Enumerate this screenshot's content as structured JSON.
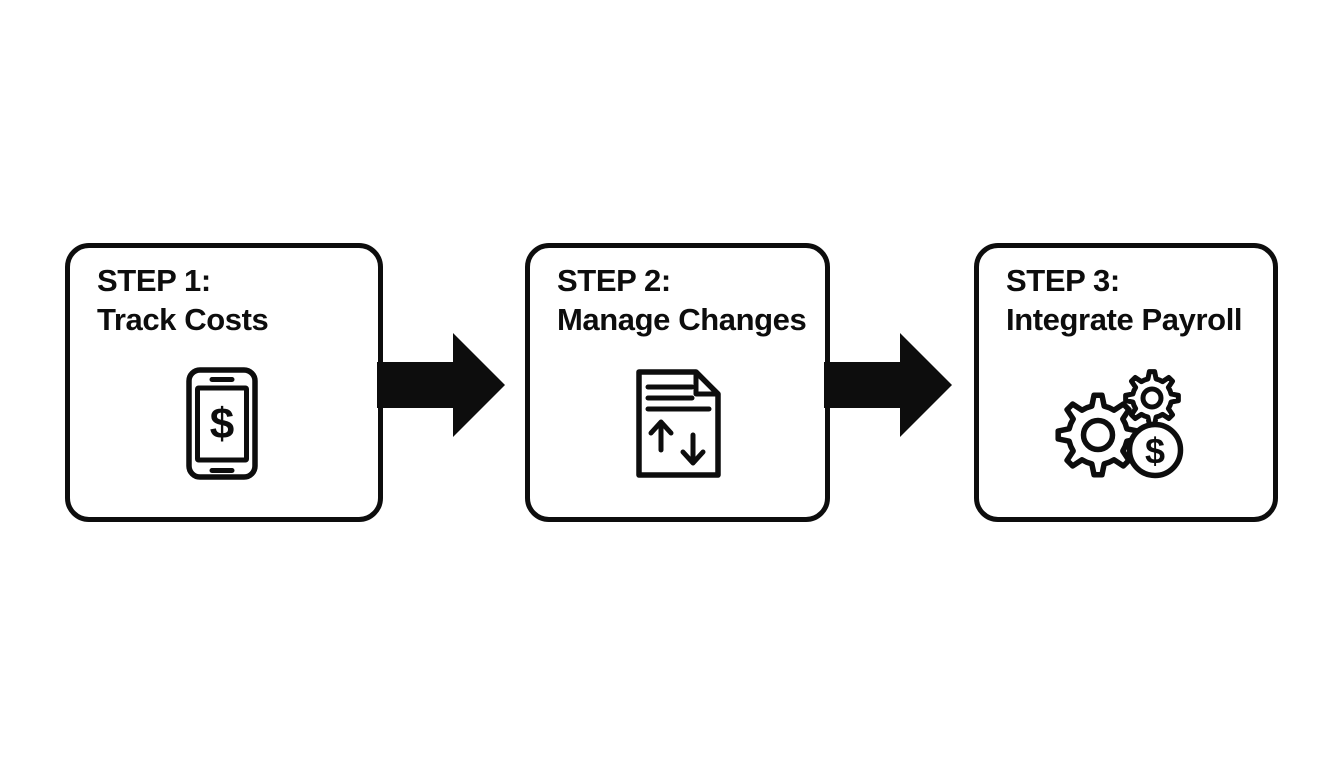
{
  "diagram": {
    "background_color": "#ffffff",
    "ink_color": "#0d0d0d",
    "dollar_sign": "$",
    "steps": [
      {
        "label": "STEP 1:",
        "title": "Track Costs",
        "icon": "smartphone-dollar-icon"
      },
      {
        "label": "STEP 2:",
        "title": "Manage Changes",
        "icon": "document-change-icon"
      },
      {
        "label": "STEP 3:",
        "title": "Integrate Payroll",
        "icon": "gears-dollar-icon"
      }
    ],
    "connectors": [
      {
        "icon": "arrow-right-icon",
        "from": "STEP 1:",
        "to": "STEP 2:"
      },
      {
        "icon": "arrow-right-icon",
        "from": "STEP 2:",
        "to": "STEP 3:"
      }
    ]
  }
}
